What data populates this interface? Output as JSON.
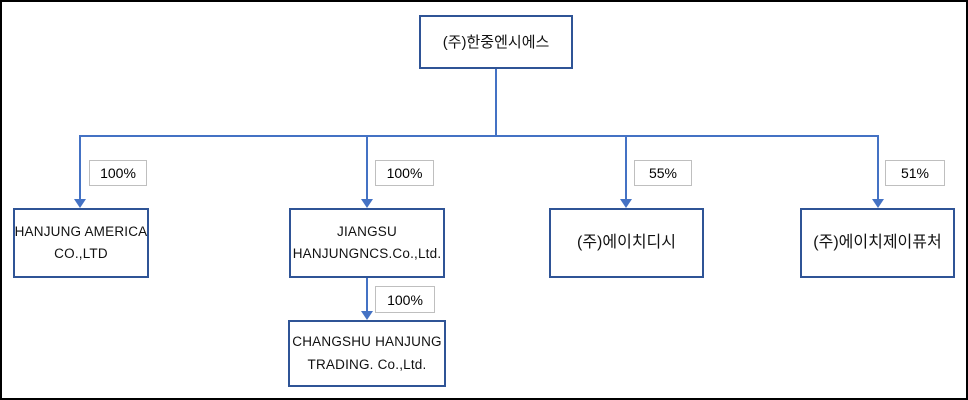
{
  "diagram": {
    "title": "corporate ownership structure chart",
    "root": {
      "label": "(주)한중엔시에스"
    },
    "subsidiaries": [
      {
        "lines": [
          "HANJUNG AMERICA",
          "CO.,LTD"
        ],
        "ownership": "100%"
      },
      {
        "lines": [
          "JIANGSU",
          "HANJUNGNCS.Co.,Ltd."
        ],
        "ownership": "100%"
      },
      {
        "lines": [
          "(주)에이치디시"
        ],
        "ownership": "55%"
      },
      {
        "lines": [
          "(주)에이치제이퓨처"
        ],
        "ownership": "51%"
      }
    ],
    "sub_subsidiary": {
      "lines": [
        "CHANGSHU HANJUNG",
        "TRADING. Co.,Ltd."
      ],
      "ownership": "100%"
    }
  },
  "colors": {
    "connector": "#4472c4",
    "box_border": "#2f5496",
    "percent_border": "#bfbfbf",
    "frame": "#000000",
    "background": "#ffffff"
  }
}
